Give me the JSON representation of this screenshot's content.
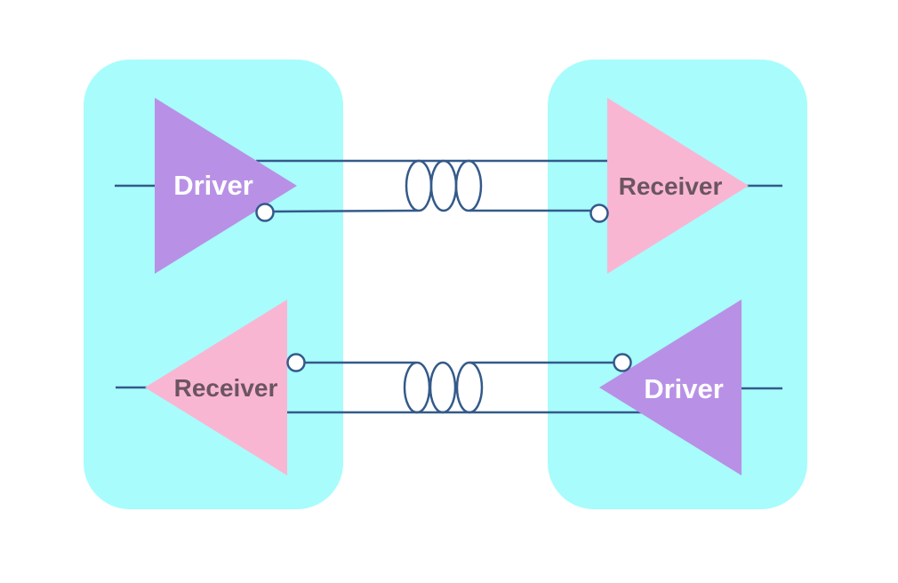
{
  "colors": {
    "background": "#ffffff",
    "panel": "#a8fcfc",
    "driver_fill": "#b891e6",
    "receiver_fill": "#f9b6d3",
    "wire": "#345a8a",
    "driver_text": "#ffffff",
    "receiver_text": "#6b5560"
  },
  "blocks": {
    "top_driver": {
      "label": "Driver"
    },
    "top_receiver": {
      "label": "Receiver"
    },
    "bottom_receiver": {
      "label": "Receiver"
    },
    "bottom_driver": {
      "label": "Driver"
    }
  }
}
